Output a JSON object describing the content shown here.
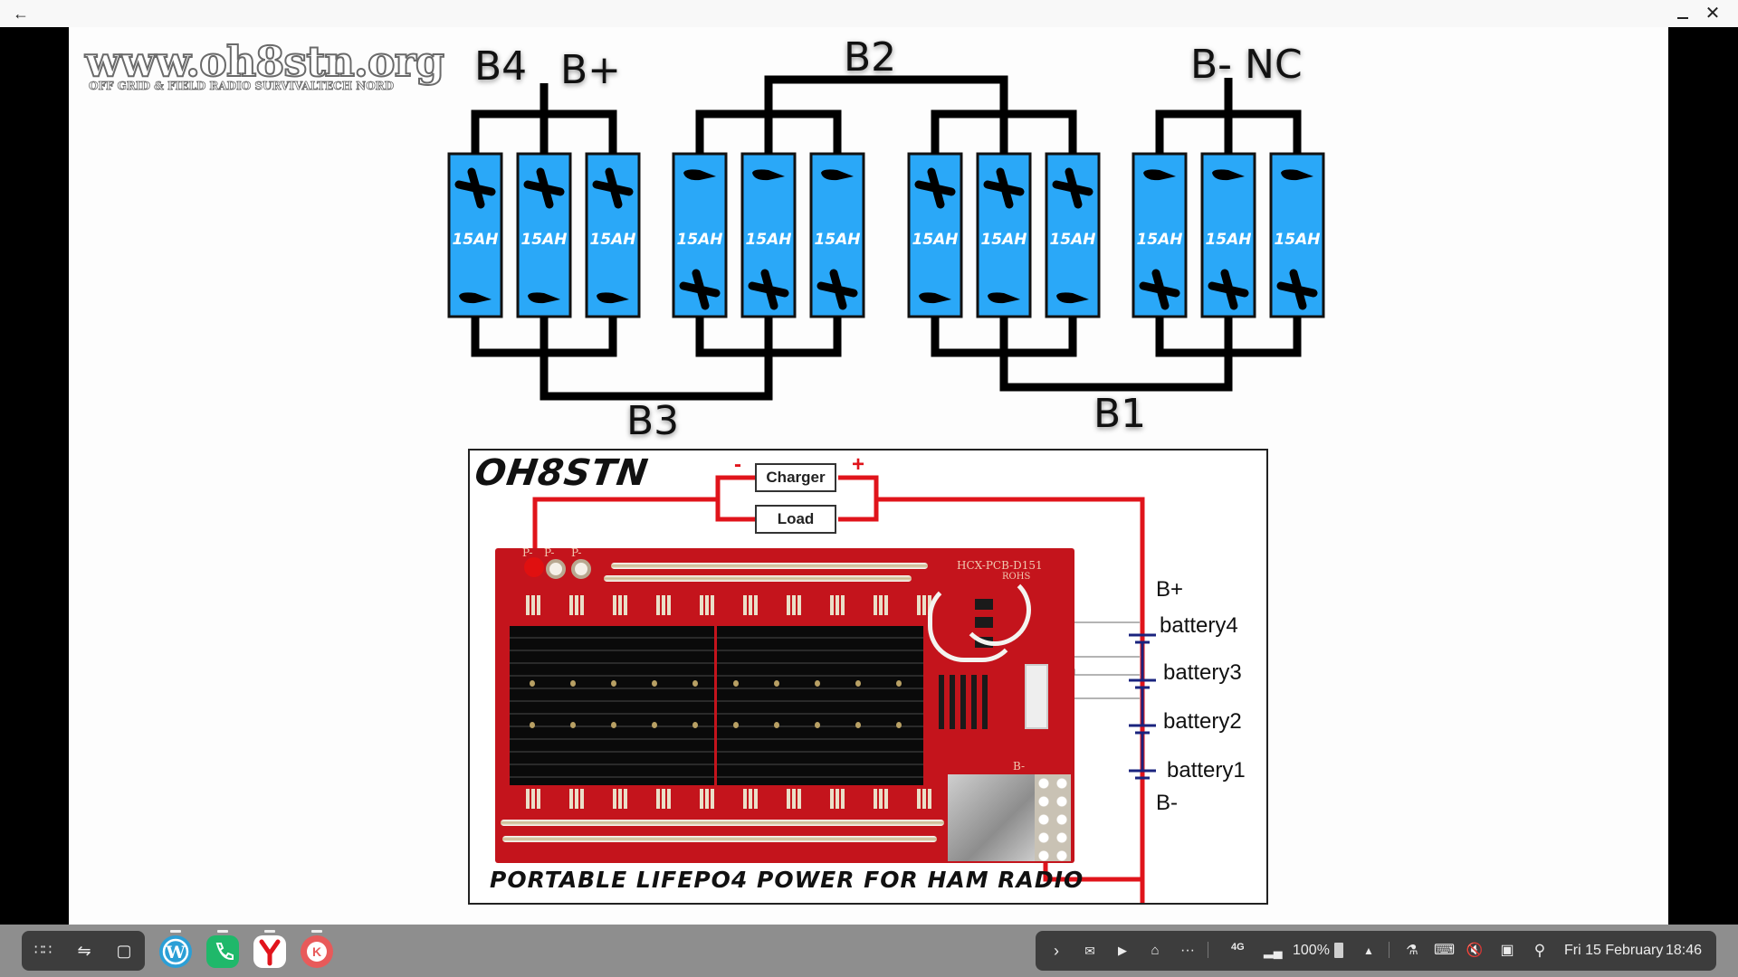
{
  "window": {
    "back_icon": "back-arrow-icon",
    "minimize_icon": "minimize-icon",
    "close_icon": "close-icon"
  },
  "image": {
    "logo": {
      "url": "www.oh8stn.org",
      "tagline": "OFF GRID & FIELD RADIO  SURVIVALTECH NORD"
    },
    "top_diagram": {
      "labels": {
        "b4": "B4",
        "bplus": "B+",
        "b2": "B2",
        "bminus_nc": "B- NC",
        "b3": "B3",
        "b1": "B1"
      },
      "cell_label": "15AH",
      "groups": [
        {
          "name": "group-1",
          "cells": 3,
          "top_terminal": "+",
          "bottom_terminal": "-"
        },
        {
          "name": "group-2",
          "cells": 3,
          "top_terminal": "-",
          "bottom_terminal": "+"
        },
        {
          "name": "group-3",
          "cells": 3,
          "top_terminal": "+",
          "bottom_terminal": "-"
        },
        {
          "name": "group-4",
          "cells": 3,
          "top_terminal": "-",
          "bottom_terminal": "+"
        }
      ],
      "cell_color": "#2aa8f8"
    },
    "bms": {
      "brand": "OH8STN",
      "charger_label": "Charger",
      "load_label": "Load",
      "minus_sign": "-",
      "plus_sign": "+",
      "pads": [
        "P-",
        "P-",
        "P-"
      ],
      "silkscreen_model": "HCX-PCB-D151",
      "silkscreen_rohs": "ROHS",
      "silkscreen_bminus": "B-",
      "batteries": {
        "bplus": "B+",
        "battery4": "battery4",
        "battery3": "battery3",
        "battery2": "battery2",
        "battery1": "battery1",
        "bminus": "B-"
      },
      "caption": "PORTABLE LIFEPO4 POWER FOR HAM RADIO",
      "pcb_color": "#c4141c",
      "wire_color": "#e0141b"
    }
  },
  "taskbar": {
    "nav": [
      "apps-grid-icon",
      "recent-apps-icon",
      "overview-icon"
    ],
    "apps": [
      {
        "name": "WordPress",
        "icon": "wordpress-icon",
        "color": "#2b9fd6"
      },
      {
        "name": "Phone",
        "icon": "phone-icon",
        "color": "#1fb86a"
      },
      {
        "name": "Yandex Browser",
        "icon": "yandex-icon",
        "color": "#ffffff"
      },
      {
        "name": "KineMaster",
        "icon": "kinemaster-icon",
        "color": "#e85a5a"
      }
    ],
    "tray": {
      "expand_icon": "chevron-right-icon",
      "notif_icons": [
        "gmail-icon",
        "youtube-icon",
        "store-icon"
      ],
      "more": "···",
      "network": "4G",
      "signal_icon": "signal-icon",
      "battery_percent": "100%",
      "battery_icon": "battery-icon",
      "wifi_icon": "upload-arrow-icon",
      "lab_icon": "flask-icon",
      "keyboard_icon": "keyboard-icon",
      "mute_icon": "volume-mute-icon",
      "screenshot_icon": "screenshot-icon",
      "search_icon": "search-icon",
      "date": "Fri 15 February",
      "time": "18:46"
    }
  }
}
